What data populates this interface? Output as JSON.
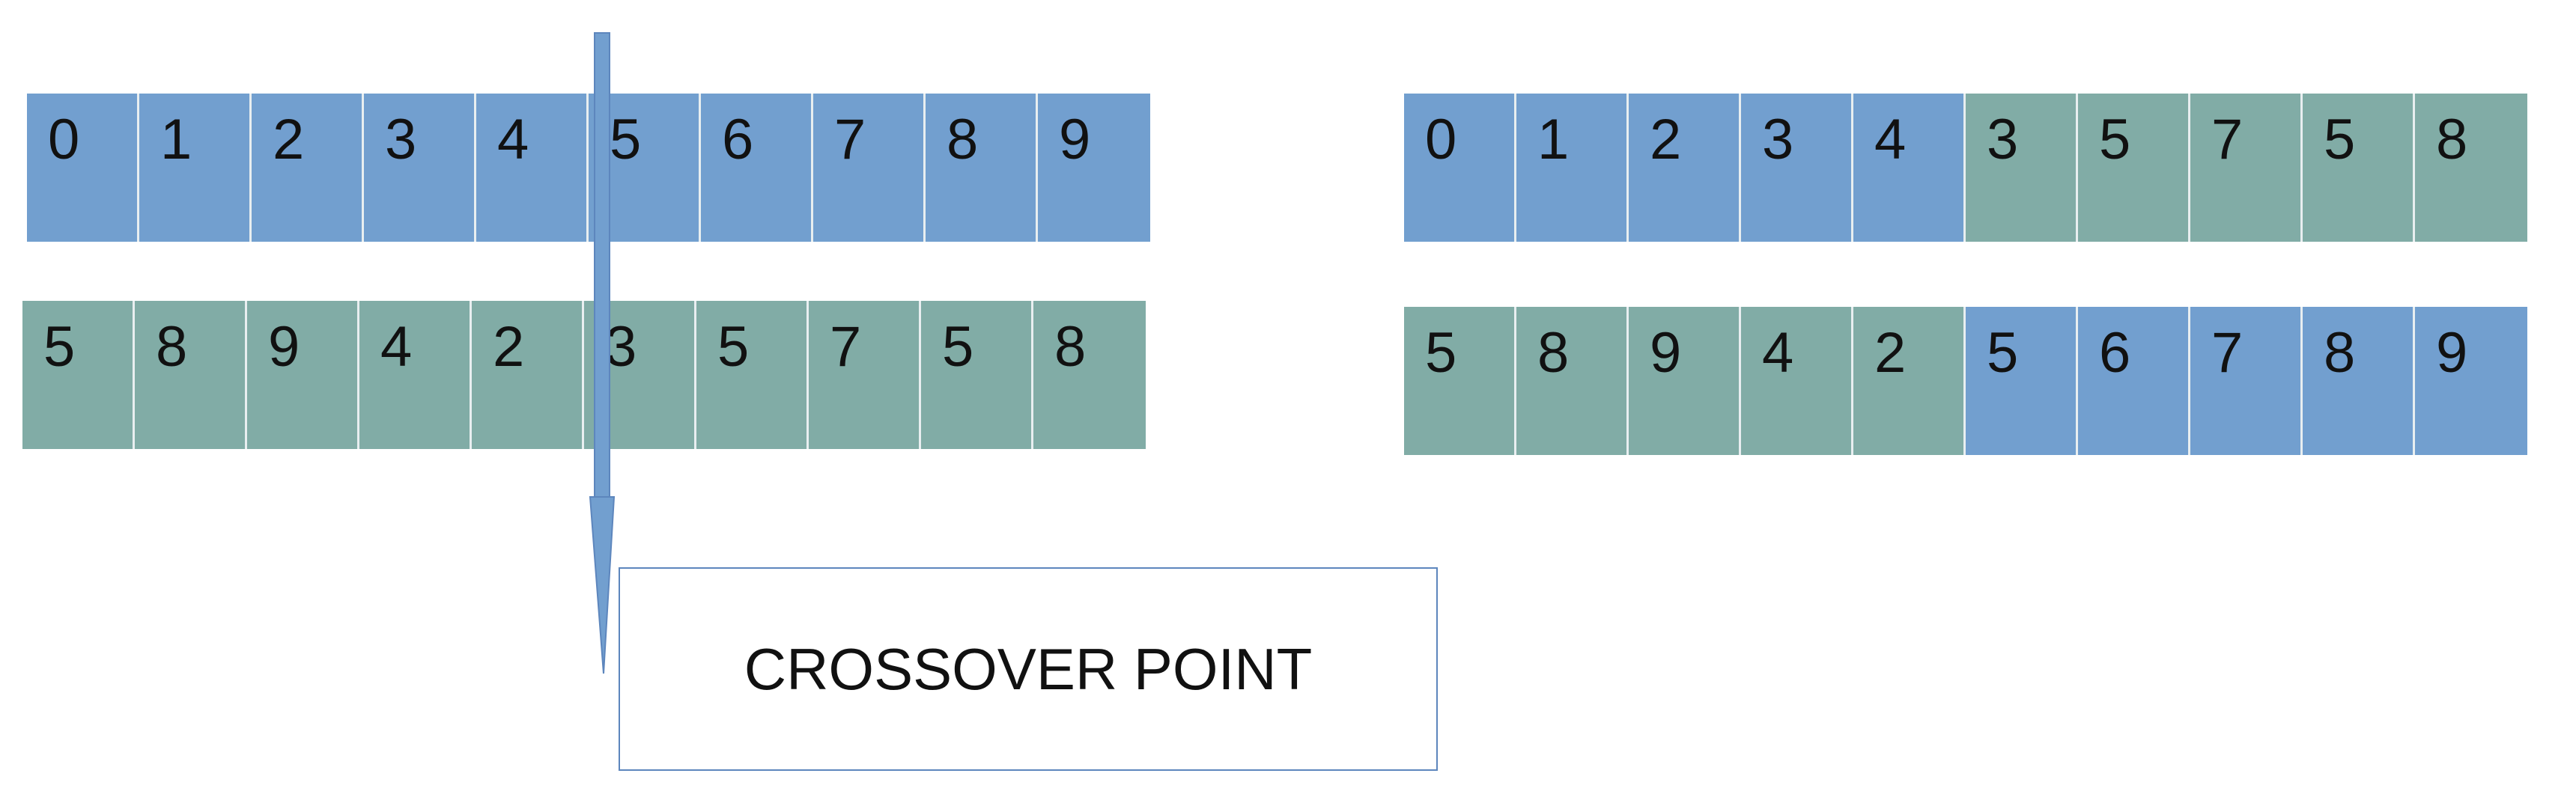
{
  "colors": {
    "blue": "#729fcf",
    "green": "#81aca6",
    "text": "#111111"
  },
  "parent1": {
    "genes": [
      "0",
      "1",
      "2",
      "3",
      "4",
      "5",
      "6",
      "7",
      "8",
      "9"
    ],
    "colors": [
      "blue",
      "blue",
      "blue",
      "blue",
      "blue",
      "blue",
      "blue",
      "blue",
      "blue",
      "blue"
    ]
  },
  "parent2": {
    "genes": [
      "5",
      "8",
      "9",
      "4",
      "2",
      "3",
      "5",
      "7",
      "5",
      "8"
    ],
    "colors": [
      "green",
      "green",
      "green",
      "green",
      "green",
      "green",
      "green",
      "green",
      "green",
      "green"
    ]
  },
  "child1": {
    "genes": [
      "0",
      "1",
      "2",
      "3",
      "4",
      "3",
      "5",
      "7",
      "5",
      "8"
    ],
    "colors": [
      "blue",
      "blue",
      "blue",
      "blue",
      "blue",
      "green",
      "green",
      "green",
      "green",
      "green"
    ]
  },
  "child2": {
    "genes": [
      "5",
      "8",
      "9",
      "4",
      "2",
      "5",
      "6",
      "7",
      "8",
      "9"
    ],
    "colors": [
      "green",
      "green",
      "green",
      "green",
      "green",
      "blue",
      "blue",
      "blue",
      "blue",
      "blue"
    ]
  },
  "crossover": {
    "label": "CROSSOVER POINT",
    "after_index": 5
  }
}
